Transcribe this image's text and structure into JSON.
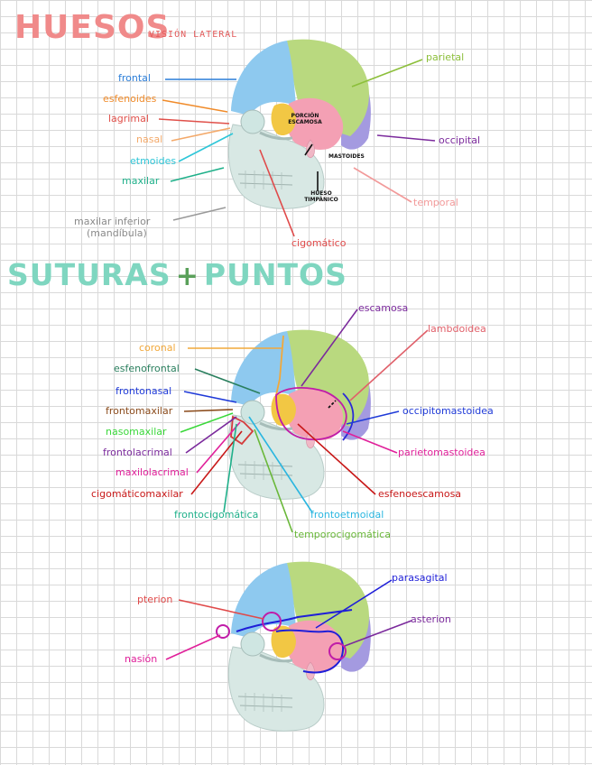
{
  "colors": {
    "title1": "#f08a8a",
    "title2": "#7fd6c0",
    "plus": "#5aa05a",
    "frontal": "#8ec9ef",
    "parietal": "#b9d97f",
    "occipital": "#a49ae0",
    "temporal": "#f4a0b4",
    "sphenoid": "#f2c744",
    "face": "#cfe6e2"
  },
  "headings": {
    "bones_title": "HUESOS",
    "bones_subtitle": "VISIÓN LATERAL",
    "sutures_title_a": "SUTURAS",
    "plus": "+",
    "sutures_title_b": "PUNTOS"
  },
  "bones": {
    "frontal": "frontal",
    "esfenoides": "esfenoides",
    "lagrimal": "lagrimal",
    "nasal": "nasal",
    "etmoides": "etmoides",
    "maxilar": "maxilar",
    "maxilar_inferior": "maxilar inferior",
    "mandibula": "(mandíbula)",
    "parietal": "parietal",
    "occipital": "occipital",
    "temporal": "temporal",
    "cigomatico": "cigomático",
    "porcion_escamosa_1": "PORCIÓN",
    "porcion_escamosa_2": "ESCAMOSA",
    "mastoides": "MASTOIDES",
    "hueso_timpanico_1": "HUESO",
    "hueso_timpanico_2": "TIMPÁNICO"
  },
  "sutures": {
    "escamosa": "escamosa",
    "lambdoidea": "lambdoidea",
    "coronal": "coronal",
    "esfenofrontal": "esfenofrontal",
    "frontonasal": "frontonasal",
    "frontomaxilar": "frontomaxilar",
    "nasomaxilar": "nasomaxilar",
    "frontolacrimal": "frontolacrimal",
    "maxilolacrimal": "maxilolacrimal",
    "cigomaticomaxilar": "cigomáticomaxilar",
    "occipitomastoidea": "occipitomastoidea",
    "parietomastoidea": "parietomastoidea",
    "esfenoescamosa": "esfenoescamosa",
    "frontocigomatica": "frontocigomática",
    "frontoetmoidal": "frontoetmoidal",
    "temporocigomatica": "temporocigomática"
  },
  "points": {
    "pterion": "pterion",
    "nasion": "nasión",
    "parasagital": "parasagital",
    "asterion": "asterion"
  }
}
